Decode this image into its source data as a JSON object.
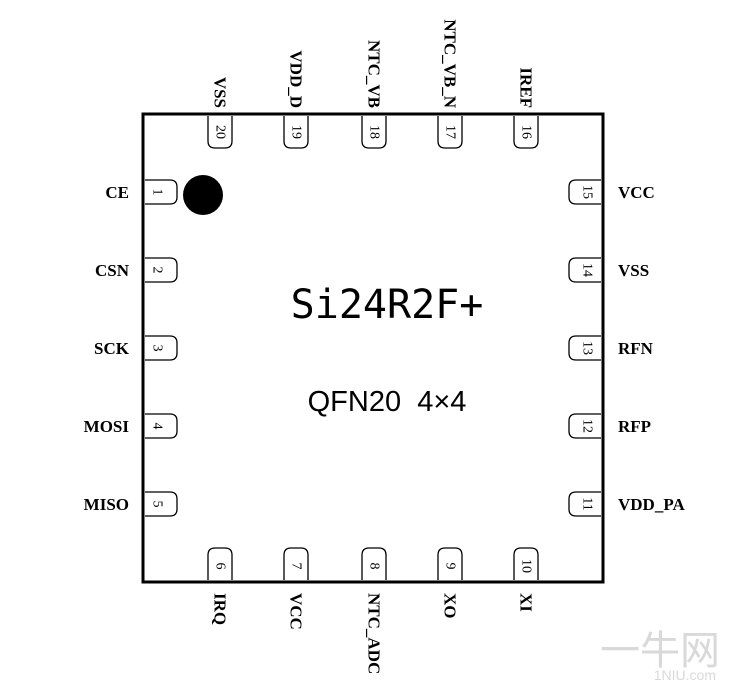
{
  "chip": {
    "name": "Si24R2F+",
    "package": "QFN20  4×4"
  },
  "pins": {
    "left": [
      {
        "num": "1",
        "label": "CE"
      },
      {
        "num": "2",
        "label": "CSN"
      },
      {
        "num": "3",
        "label": "SCK"
      },
      {
        "num": "4",
        "label": "MOSI"
      },
      {
        "num": "5",
        "label": "MISO"
      }
    ],
    "bottom": [
      {
        "num": "6",
        "label": "IRQ"
      },
      {
        "num": "7",
        "label": "VCC"
      },
      {
        "num": "8",
        "label": "NTC_ADC"
      },
      {
        "num": "9",
        "label": "XO"
      },
      {
        "num": "10",
        "label": "XI"
      }
    ],
    "right": [
      {
        "num": "11",
        "label": "VDD_PA"
      },
      {
        "num": "12",
        "label": "RFP"
      },
      {
        "num": "13",
        "label": "RFN"
      },
      {
        "num": "14",
        "label": "VSS"
      },
      {
        "num": "15",
        "label": "VCC"
      }
    ],
    "top": [
      {
        "num": "16",
        "label": "IREF"
      },
      {
        "num": "17",
        "label": "NTC_VB_N"
      },
      {
        "num": "18",
        "label": "NTC_VB"
      },
      {
        "num": "19",
        "label": "VDD_D"
      },
      {
        "num": "20",
        "label": "VSS"
      }
    ]
  },
  "watermark": {
    "main": "一牛网",
    "sub": "1NIU.com"
  }
}
